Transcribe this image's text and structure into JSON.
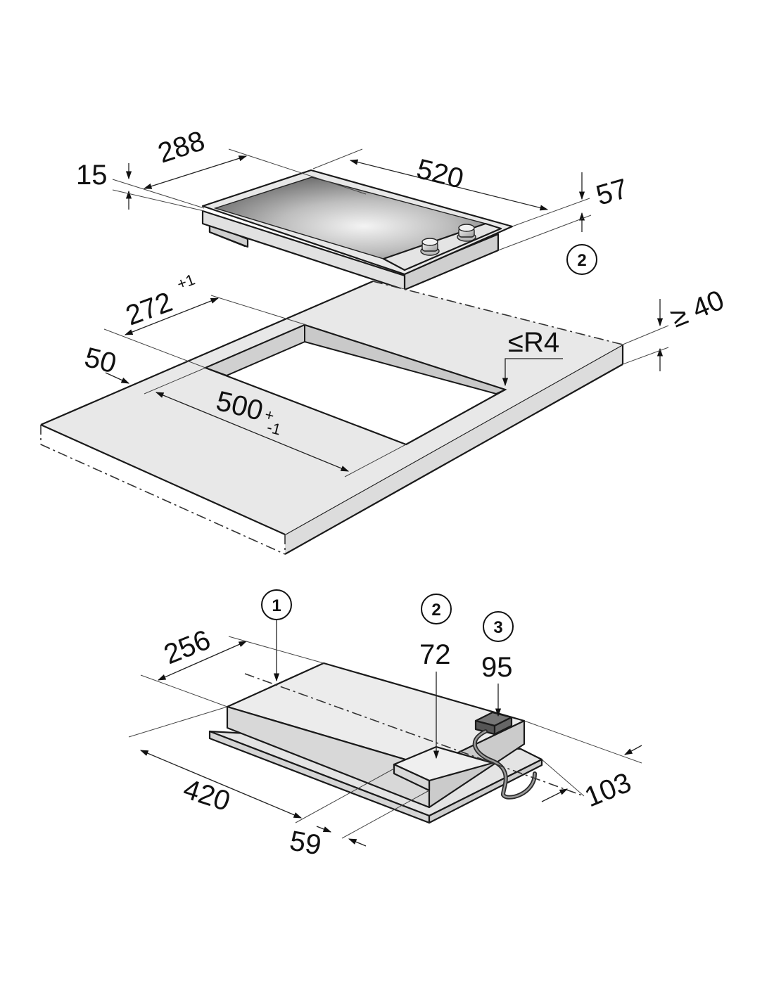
{
  "top_unit": {
    "dim_height_top": "15",
    "dim_depth": "288",
    "dim_width": "520",
    "dim_total_height": "57",
    "callout": "2"
  },
  "cutout": {
    "dim_depth": "272",
    "dim_depth_tol": "+1",
    "dim_front_gap": "50",
    "dim_width": "500",
    "dim_width_tol_upper": "+",
    "dim_width_tol_lower": "-1",
    "radius": "≤R4",
    "thickness": "≥ 40"
  },
  "bottom_unit": {
    "callouts": [
      "1",
      "2",
      "3"
    ],
    "dim_256": "256",
    "dim_72": "72",
    "dim_95": "95",
    "dim_420": "420",
    "dim_59": "59",
    "dim_103": "103"
  },
  "colors": {
    "line": "#1a1a1a",
    "surface": "#e6e6e6",
    "surface_side": "#d2d2d2",
    "glass_dark": "#6a6a6a",
    "glass_light": "#d9d9d9"
  }
}
